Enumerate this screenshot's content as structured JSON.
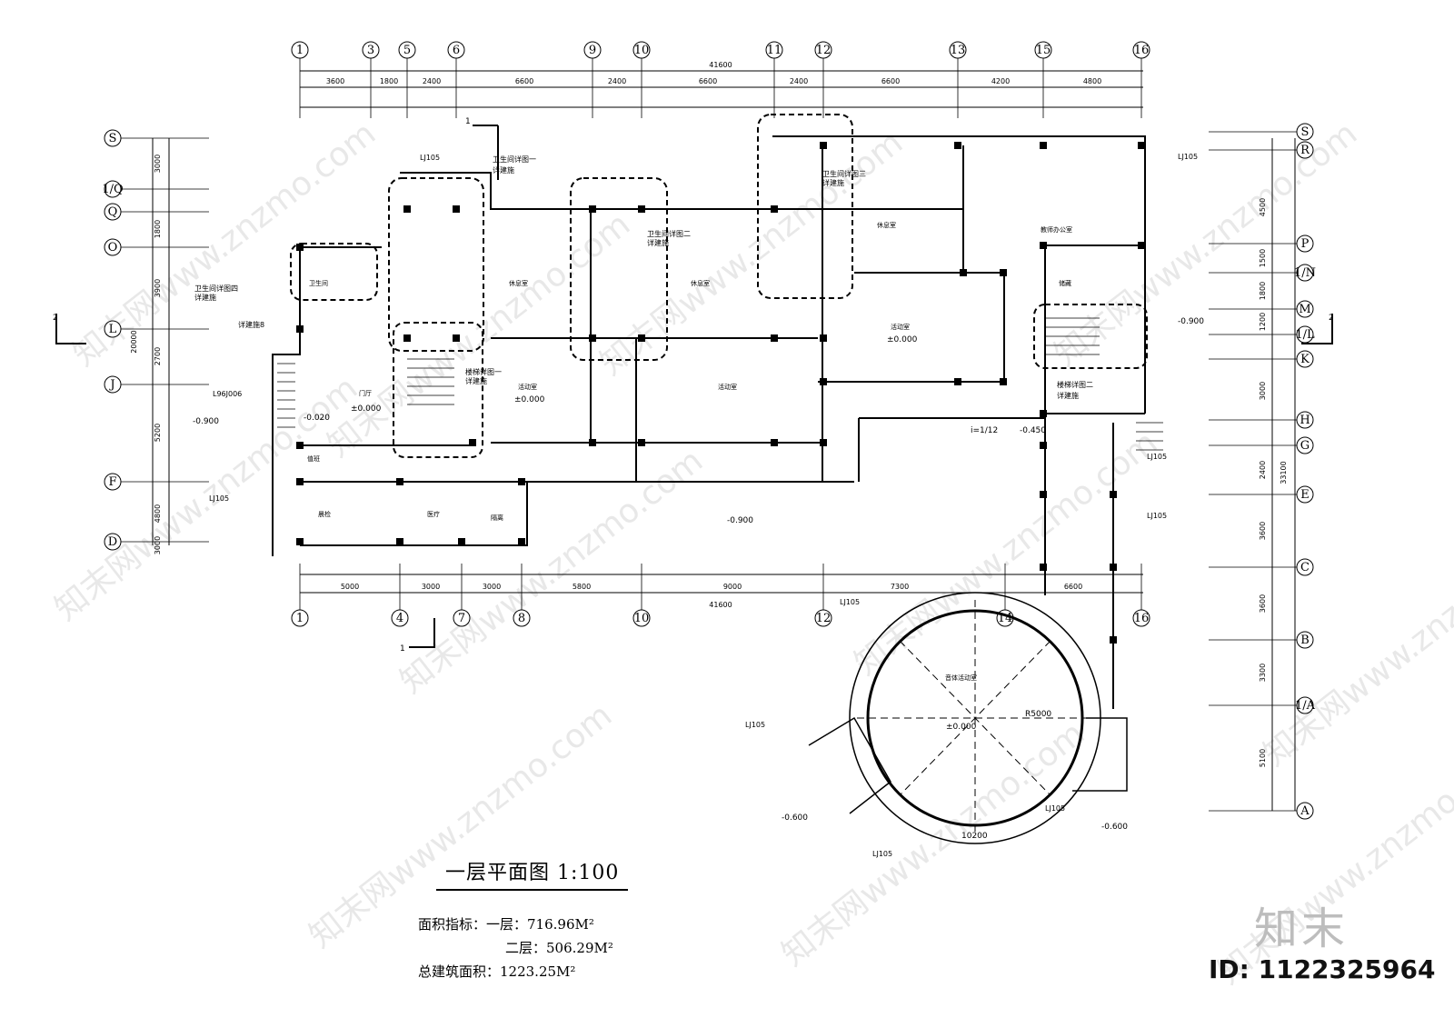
{
  "plan": {
    "title": "一层平面图 1:100",
    "area_label": "面积指标：",
    "area_floor1": "一层：716.96M²",
    "area_floor2": "二层：506.29M²",
    "total_label": "总建筑面积：1223.25M²"
  },
  "axes_top": [
    "1",
    "3",
    "5",
    "6",
    "9",
    "10",
    "11",
    "12",
    "13",
    "15",
    "16"
  ],
  "axes_bottom": [
    "1",
    "4",
    "7",
    "8",
    "10",
    "12",
    "14",
    "16"
  ],
  "axes_left": [
    "S",
    "1/Q",
    "Q",
    "O",
    "L",
    "J",
    "F",
    "D"
  ],
  "axes_right": [
    "S",
    "R",
    "P",
    "1/N",
    "M",
    "1/L",
    "K",
    "H",
    "G",
    "E",
    "C",
    "B",
    "1/A",
    "A"
  ],
  "dims_top_overall": "41600",
  "dims_top_row1": [
    "3600",
    "1800",
    "2400",
    "6600",
    "2400",
    "6600",
    "2400",
    "6600",
    "4200",
    "4800"
  ],
  "dims_bottom_row1": [
    "5000",
    "3000",
    "3000",
    "5800",
    "9000",
    "7300",
    "6600"
  ],
  "dims_bottom_overall": "41600",
  "dims_left": [
    "3000",
    "1800",
    "3900",
    "2700",
    "5200",
    "4800",
    "3000"
  ],
  "dims_left_total": "20000",
  "dims_right": [
    "4500",
    "1500",
    "1800",
    "1200",
    "3000",
    "2400",
    "3600",
    "3600",
    "3300",
    "5100"
  ],
  "dims_right_total": "33100",
  "rooms": {
    "activity": "活动室",
    "sleep": "休息室",
    "hall": "门厅",
    "morning_check": "晨检",
    "clinic": "医疗",
    "isolation": "隔离",
    "office": "教师办公室",
    "storage": "储藏",
    "music": "音体活动室",
    "duty": "值班",
    "staff_wc": "卫生间",
    "level_0": "±0.000",
    "level_m09": "-0.900",
    "level_m06": "-0.600",
    "level_m0450": "-0.450",
    "level_m002": "-0.020",
    "slope": "i=1/12",
    "radius": "R5000",
    "dim_10200": "10200"
  },
  "notes": {
    "detail1": "卫生间详图一",
    "detail2": "卫生间详图二",
    "detail3": "卫生间详图三",
    "detail4": "卫生间详图四",
    "stair1": "楼梯详图一",
    "stair2": "楼梯详图二",
    "see_build": "详建施",
    "see_build8": "详建施8",
    "ref_ljl": "LJ105",
    "ref_l96": "L96J006"
  },
  "section_marks": [
    "1",
    "2",
    "1",
    "2"
  ],
  "brand": {
    "logo": "知末",
    "id": "ID: 1122325964"
  },
  "watermark": "知末网www.znzmo.com",
  "colors": {
    "line": "#000000",
    "dash": "#000000",
    "wm": "#c8c8c8"
  }
}
